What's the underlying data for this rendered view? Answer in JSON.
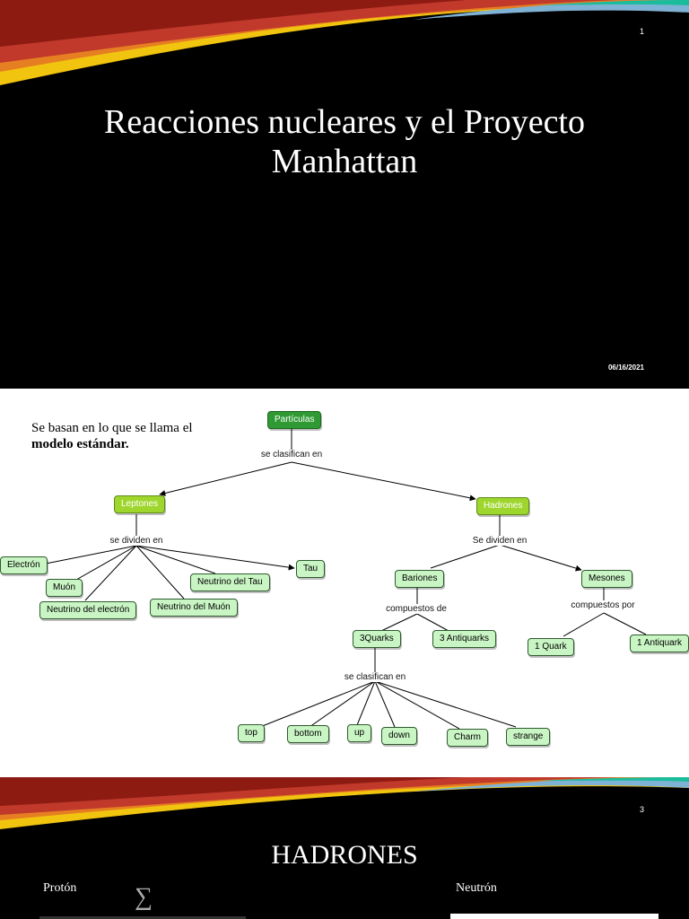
{
  "slides": [
    {
      "number": "1",
      "title": "Reacciones nucleares y el Proyecto Manhattan",
      "date": "06/16/2021"
    },
    {
      "intro_text": "Se basan en lo que se llama el",
      "intro_bold": "modelo estándar.",
      "concept_map": {
        "nodes": {
          "particulas": "Partículas",
          "leptones": "Leptones",
          "hadrones": "Hadrones",
          "electron": "Electrón",
          "muon": "Muón",
          "neutrino_electron": "Neutrino del electrón",
          "neutrino_muon": "Neutrino del Muón",
          "neutrino_tau": "Neutrino del Tau",
          "tau": "Tau",
          "bariones": "Bariones",
          "mesones": "Mesones",
          "quarks3": "3Quarks",
          "antiquarks3": "3 Antiquarks",
          "quark1": "1 Quark",
          "antiquark1": "1 Antiquark",
          "top": "top",
          "bottom": "bottom",
          "up": "up",
          "down": "down",
          "charm": "Charm",
          "strange": "strange"
        },
        "links": {
          "se_clasifican_en": "se clasifican en",
          "se_dividen_en_leptones": "se dividen en",
          "se_dividen_en_hadrones": "Se dividen en",
          "compuestos_de": "compuestos de",
          "compuestos_por": "compuestos por",
          "se_clasifican_en_quarks": "se clasifican en"
        }
      }
    },
    {
      "number": "3",
      "title": "HADRONES",
      "left_label": "Protón",
      "right_label": "Neutrón",
      "sigma_glyph": "∑"
    }
  ],
  "colors": {
    "slide_background": "#000000",
    "node_fill": "#c9f5c4",
    "root_fill": "#2f9a33",
    "mid_fill": "#9fd62e"
  }
}
